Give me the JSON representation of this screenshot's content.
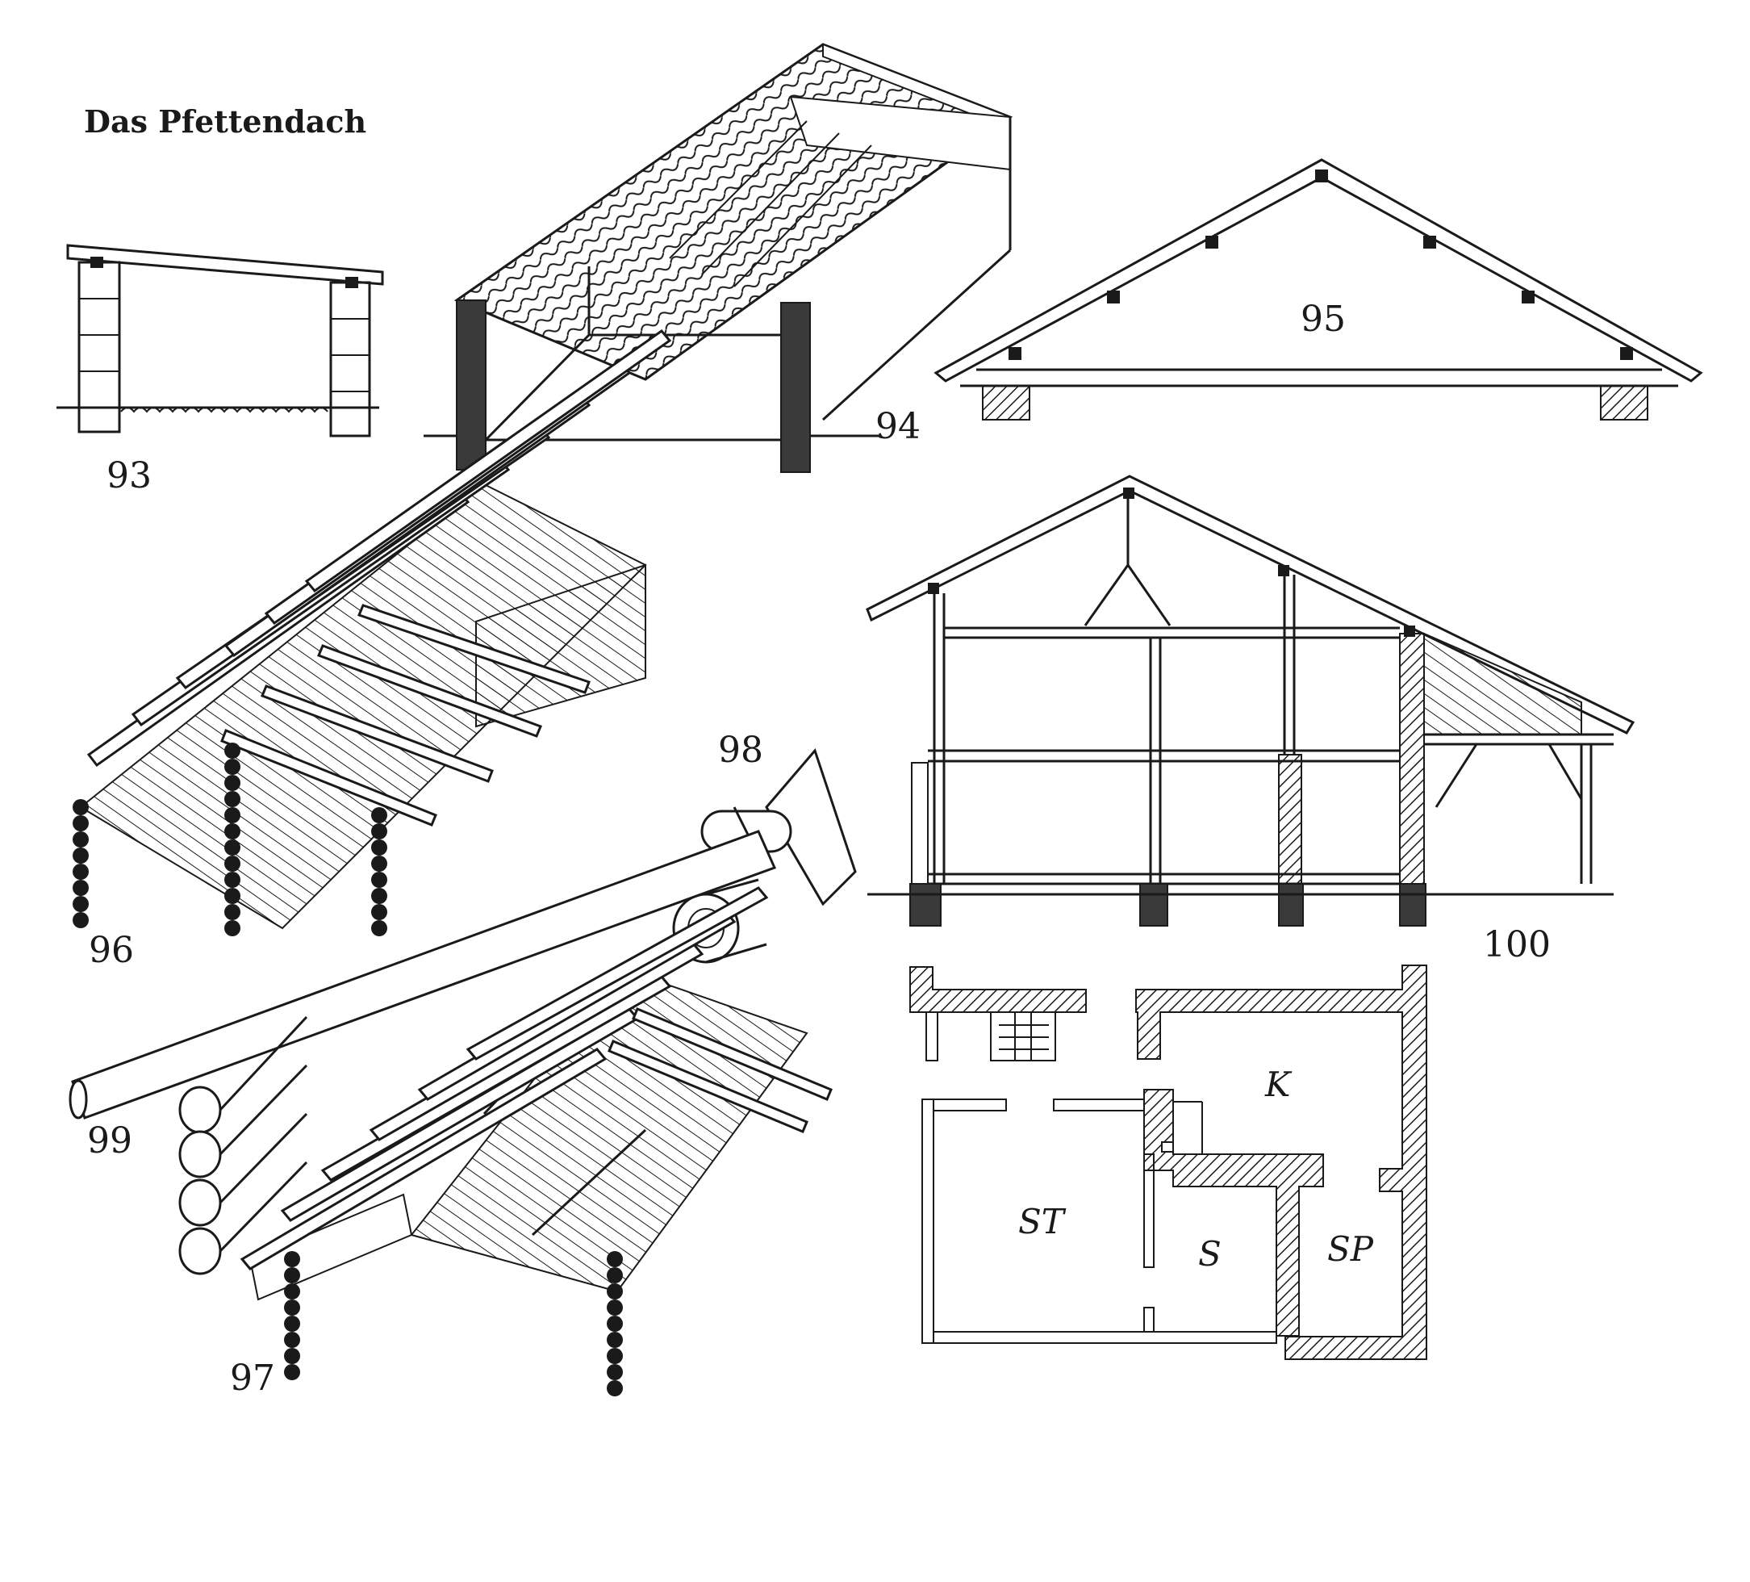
{
  "title": "Das Pfettendach",
  "figures": {
    "f93": "93",
    "f94": "94",
    "f95": "95",
    "f96": "96",
    "f97": "97",
    "f98": "98",
    "f99": "99",
    "f100": "100"
  },
  "rooms": {
    "k": "K",
    "st": "ST",
    "s": "S",
    "sp": "SP"
  },
  "colors": {
    "ink": "#1a1a1a",
    "wall": "#3a3a3a",
    "paper": "#ffffff"
  }
}
